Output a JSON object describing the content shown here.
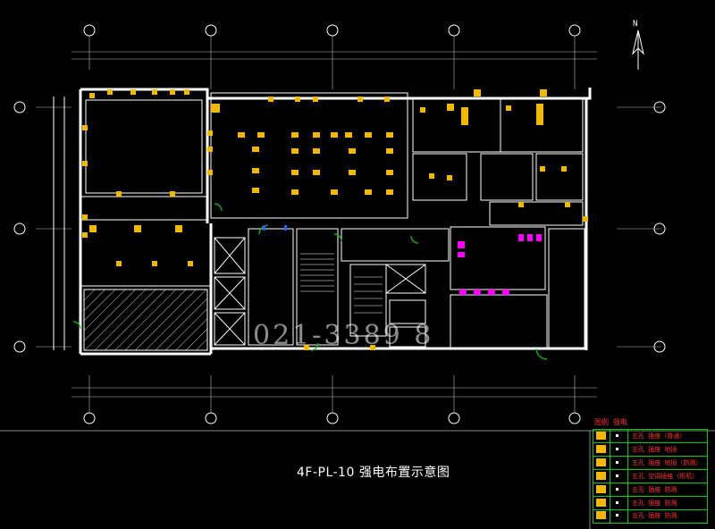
{
  "drawing": {
    "title": "4F-PL-10 强电布置示意图",
    "watermark": "021-3389 8",
    "north_label": "N",
    "colors": {
      "background": "#000000",
      "walls": "#ffffff",
      "furniture": "#f5b800",
      "magenta": "#ff00ff",
      "green": "#00d000",
      "blue": "#2060ff",
      "legend_text": "#ff3030"
    }
  },
  "legend": {
    "title": "图例 强电",
    "rows": [
      {
        "icon": "socket-icon",
        "text": "五孔 插座（普通）"
      },
      {
        "icon": "socket-icon",
        "text": "五孔 插座 地插"
      },
      {
        "icon": "socket-icon",
        "text": "五孔 插座 地插（防溅）"
      },
      {
        "icon": "socket-icon",
        "text": "五孔 空调插座（柜机）"
      },
      {
        "icon": "socket-icon",
        "text": "五孔 插座 防溅"
      },
      {
        "icon": "socket-icon",
        "text": "五孔 插座 防溅"
      },
      {
        "icon": "socket-icon",
        "text": "五孔 插座 防溅"
      }
    ]
  }
}
